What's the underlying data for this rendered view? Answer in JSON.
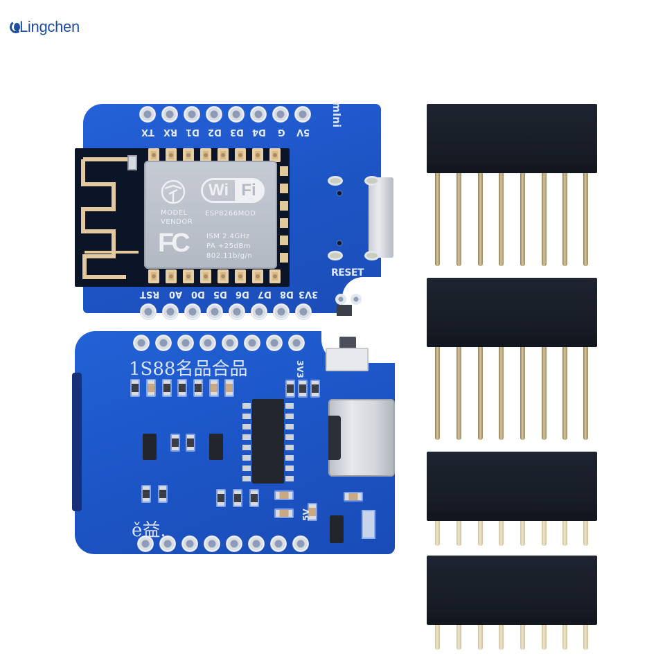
{
  "brand": {
    "name": "Lingchen",
    "logo_icon": "lingchen-logo-icon",
    "color": "#1f4f9c"
  },
  "top_board": {
    "name": "Wemos D1 Mini ESP8266 board (front)",
    "color": "#1e55c8",
    "silk_label": "mIni",
    "top_pins": [
      "TX",
      "RX",
      "D1",
      "D2",
      "D3",
      "D4",
      "G",
      "5V"
    ],
    "bottom_pins": [
      "RST",
      "A0",
      "D0",
      "D5",
      "D6",
      "D7",
      "D8",
      "3V3"
    ],
    "button_label": "RESET",
    "module": {
      "wifi_logo_left": "Wi",
      "wifi_logo_right": "Fi",
      "model_label": "MODEL",
      "vendor_label": "VENDOR",
      "chip_name": "ESP8266MOD",
      "fcc_logo": "FC",
      "spec_lines": [
        "ISM   2.4GHz",
        "PA   +25dBm",
        "802.11b/g/n"
      ]
    }
  },
  "bottom_board": {
    "name": "Wemos D1 Mini board (back, USB Type-C)",
    "color": "#1c55c6",
    "overlay_text_top": "1S88名品合品",
    "overlay_text_bottom": "ě益.",
    "label_3v3": "3V3",
    "label_5v": "5V",
    "connector": "usb-c-connector"
  },
  "headers": [
    {
      "type": "long-pin female header",
      "pins": 8
    },
    {
      "type": "long-pin female header",
      "pins": 8
    },
    {
      "type": "short-pin female header",
      "pins": 8
    },
    {
      "type": "short-pin female header",
      "pins": 8
    }
  ]
}
